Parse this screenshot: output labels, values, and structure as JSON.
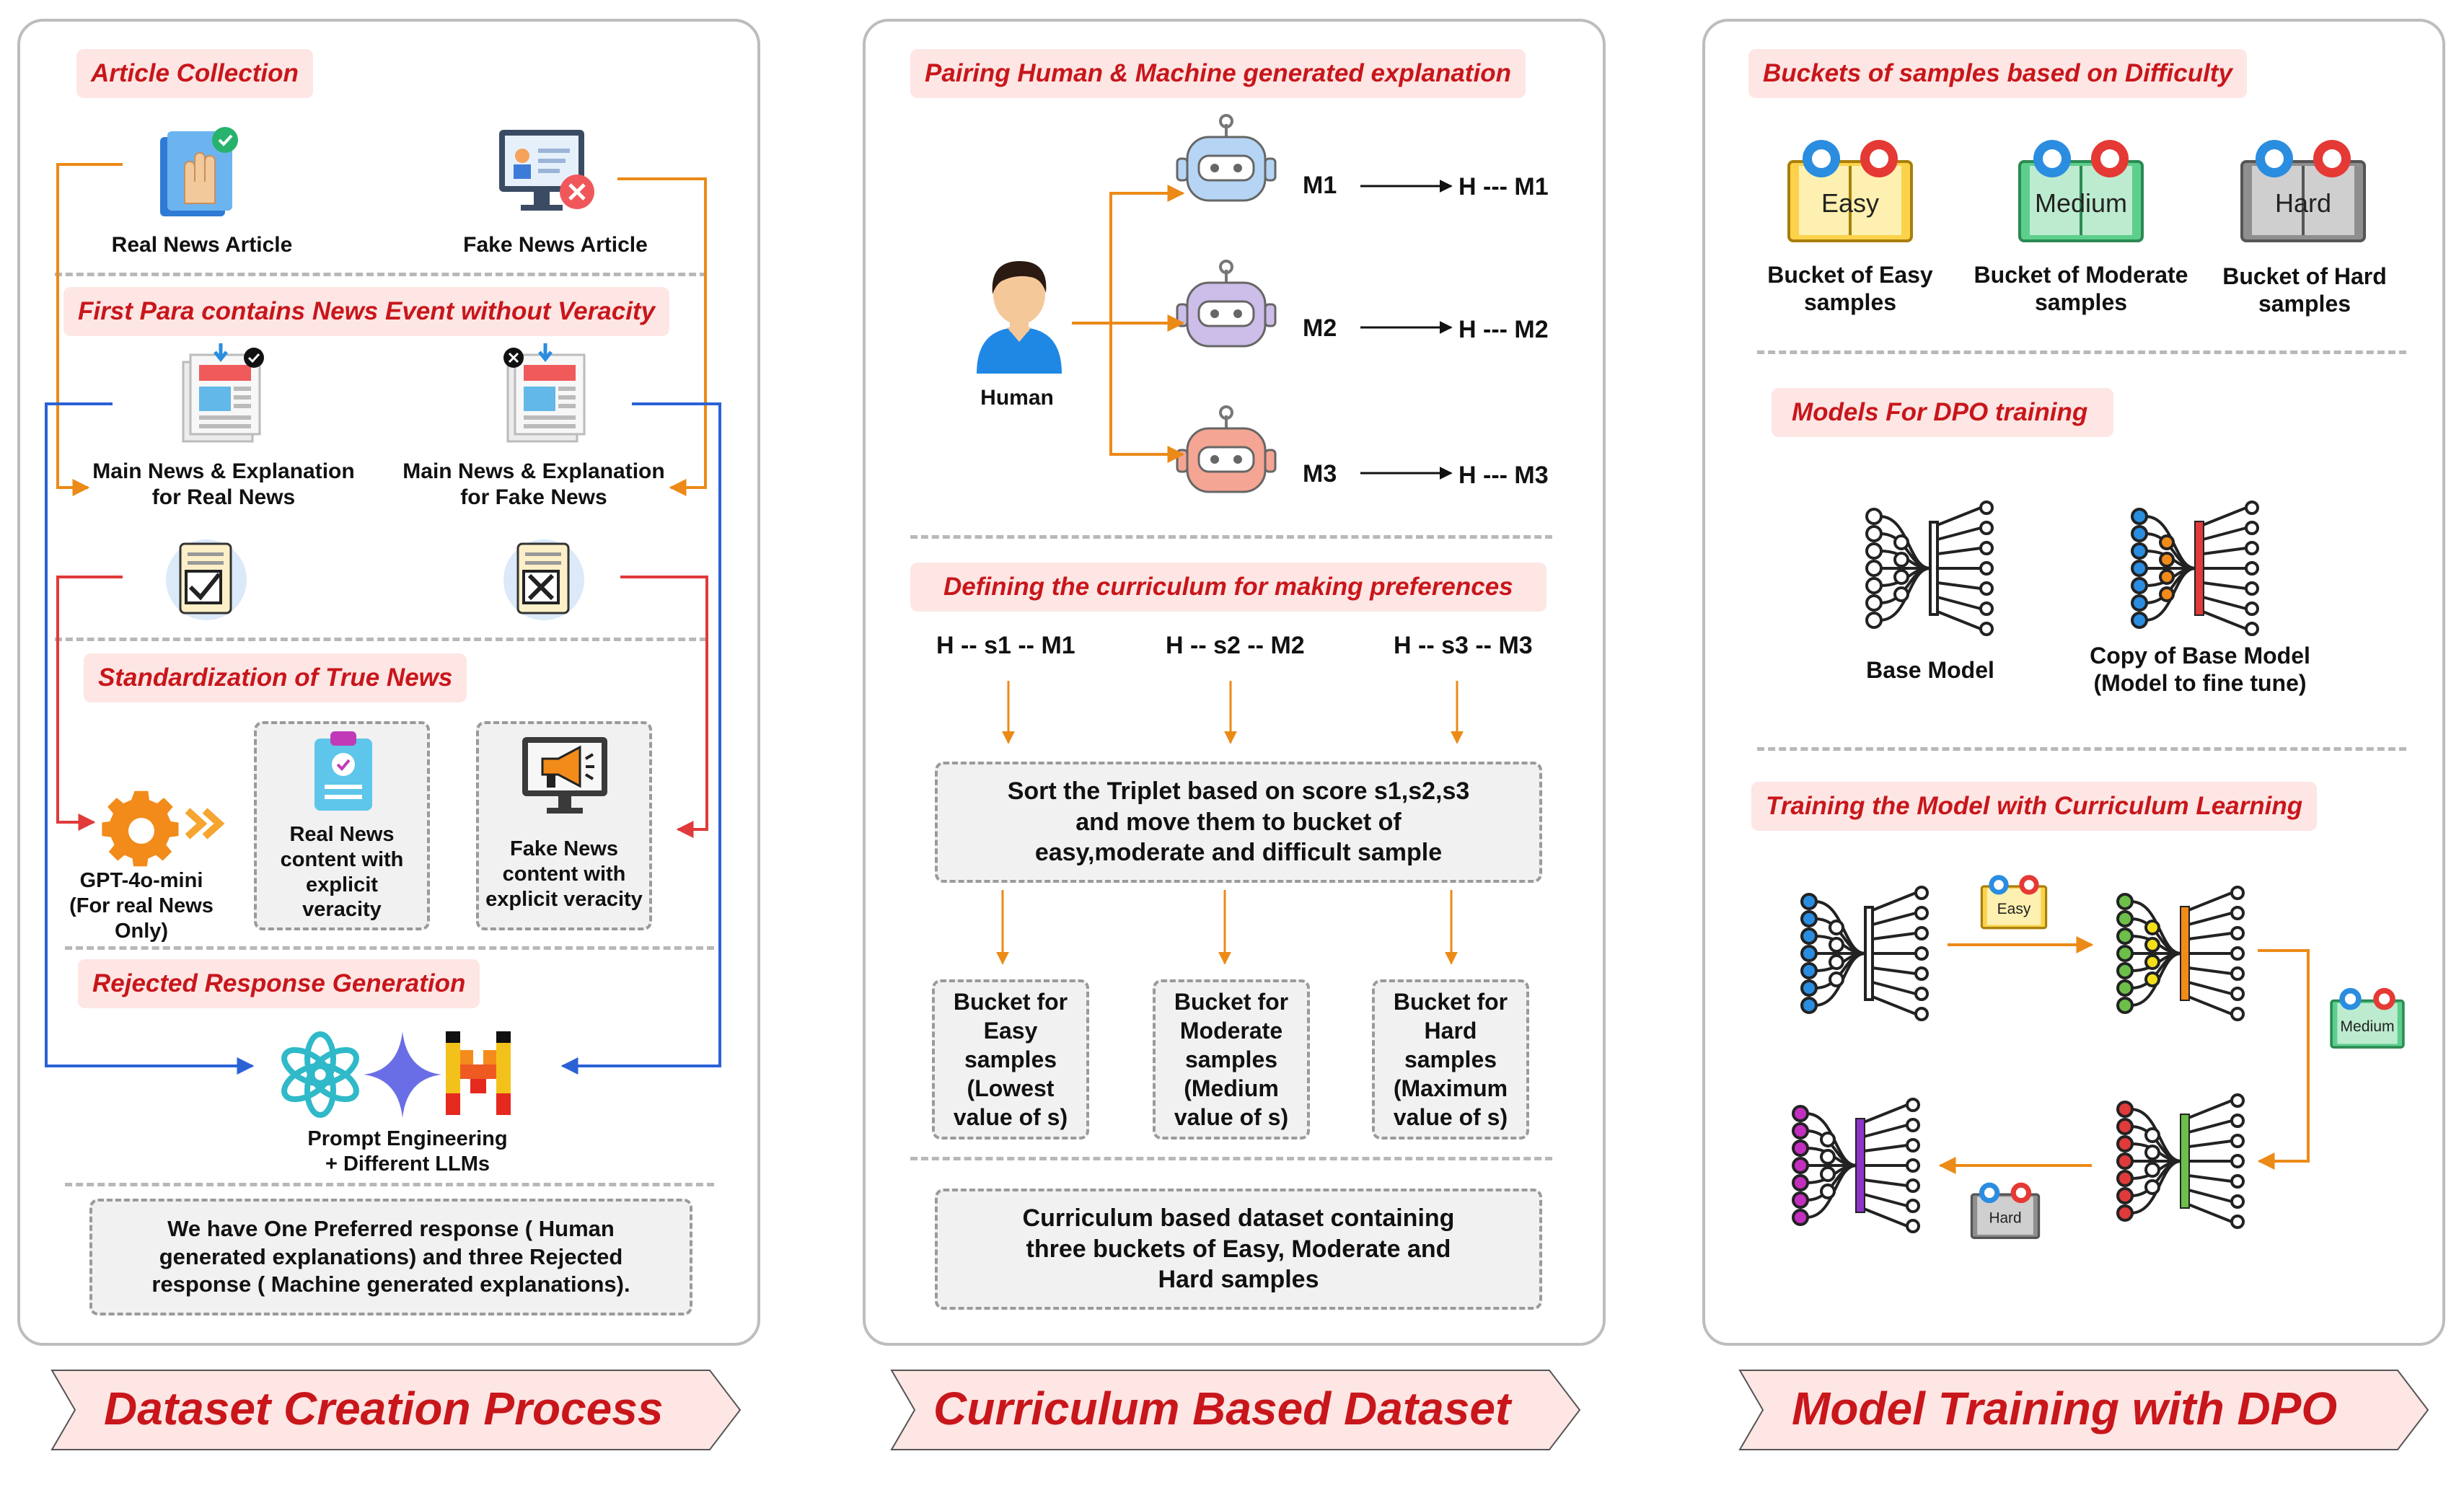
{
  "colors": {
    "title_red": "#c8161b",
    "title_bg": "#fde6e4",
    "orange": "#ec8a17",
    "blue": "#2a62d6",
    "red": "#e03a3a",
    "panel_border": "#bdbdbd"
  },
  "panel1": {
    "section_article_collection": "Article Collection",
    "real_news_article": "Real News Article",
    "fake_news_article": "Fake News Article",
    "section_first_para": "First Para contains News Event without Veracity",
    "main_news_real": "Main News & Explanation\nfor Real News",
    "main_news_fake": "Main News & Explanation\nfor Fake News",
    "section_standardization": "Standardization of True News",
    "gpt_label": "GPT-4o-mini\n(For real News\nOnly)",
    "real_news_explicit": "Real News\ncontent with\nexplicit\nveracity",
    "fake_news_explicit": "Fake News\ncontent with\nexplicit veracity",
    "section_rejected": "Rejected Response Generation",
    "prompt_engineering": "Prompt Engineering\n+ Different LLMs",
    "summary_box": "We have One Preferred response ( Human\ngenerated explanations) and three Rejected\nresponse ( Machine generated explanations)."
  },
  "panel2": {
    "section_pairing": "Pairing Human & Machine generated explanation",
    "human_label": "Human",
    "m1": "M1",
    "m2": "M2",
    "m3": "M3",
    "pair1": "H --- M1",
    "pair2": "H --- M2",
    "pair3": "H --- M3",
    "section_curriculum": "Defining the curriculum for making preferences",
    "triplet1": "H -- s1 -- M1",
    "triplet2": "H -- s2 -- M2",
    "triplet3": "H -- s3 -- M3",
    "sort_box": "Sort the Triplet based on score s1,s2,s3\nand move them to bucket of\neasy,moderate and difficult sample",
    "bucket_easy": "Bucket for\nEasy\nsamples\n(Lowest\nvalue of s)",
    "bucket_moderate": "Bucket for\nModerate\nsamples\n(Medium\nvalue of s)",
    "bucket_hard": "Bucket for\nHard\nsamples\n(Maximum\nvalue of s)",
    "final_box": "Curriculum based dataset containing\nthree buckets of Easy, Moderate and\nHard samples"
  },
  "panel3": {
    "section_buckets": "Buckets of samples based on Difficulty",
    "easy_icon_label": "Easy",
    "medium_icon_label": "Medium",
    "hard_icon_label": "Hard",
    "bucket_easy_label": "Bucket of Easy\nsamples",
    "bucket_moderate_label": "Bucket of Moderate\nsamples",
    "bucket_hard_label": "Bucket of Hard\nsamples",
    "section_models": "Models For DPO training",
    "base_model": "Base Model",
    "copy_model": "Copy of Base Model\n(Model to fine tune)",
    "section_training": "Training the Model with Curriculum Learning",
    "flow_easy": "Easy",
    "flow_medium": "Medium",
    "flow_hard": "Hard"
  },
  "banners": {
    "b1": "Dataset Creation Process",
    "b2": "Curriculum Based Dataset",
    "b3": "Model Training with DPO"
  }
}
